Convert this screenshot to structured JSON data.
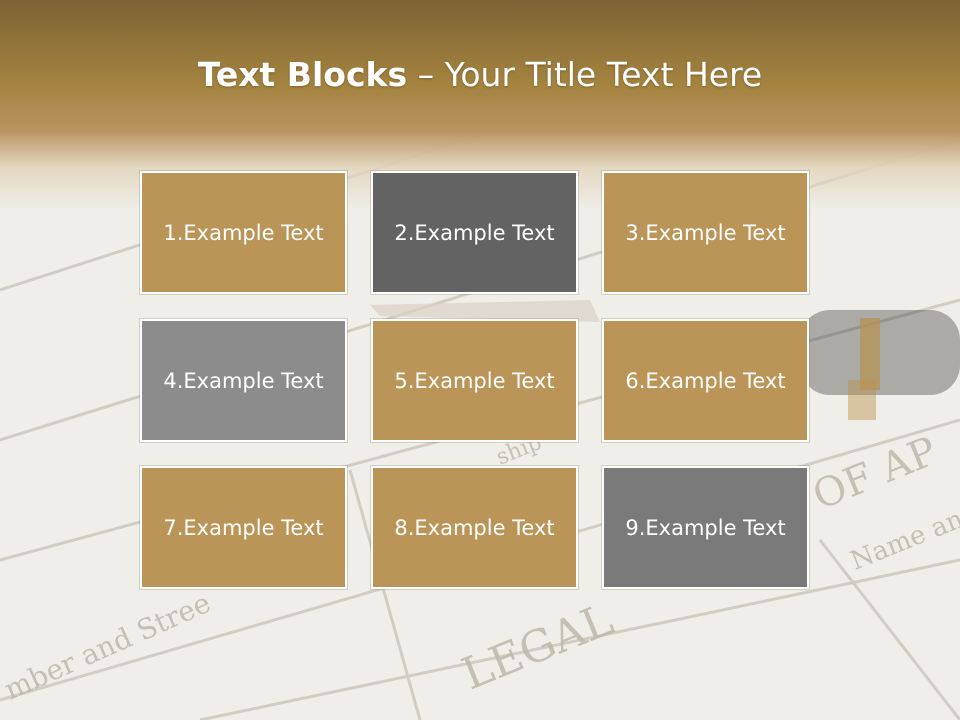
{
  "title": {
    "bold_part": "Text Blocks",
    "separator": " – ",
    "rest": "Your Title Text Here"
  },
  "blocks": [
    {
      "label": "1.Example Text",
      "color": "#bb9557"
    },
    {
      "label": "2.Example Text",
      "color": "#636363"
    },
    {
      "label": "3.Example Text",
      "color": "#bb9557"
    },
    {
      "label": "4.Example Text",
      "color": "#8c8c8c"
    },
    {
      "label": "5.Example Text",
      "color": "#bb9557"
    },
    {
      "label": "6.Example Text",
      "color": "#bb9557"
    },
    {
      "label": "7.Example Text",
      "color": "#bb9557"
    },
    {
      "label": "8.Example Text",
      "color": "#bb9557"
    },
    {
      "label": "9.Example Text",
      "color": "#7a7a7a"
    }
  ],
  "background": {
    "form_words": [
      "LEGAL",
      "OF AP",
      "Name an",
      "mber and Stree",
      "ship"
    ],
    "accent_color": "#a4833f"
  }
}
